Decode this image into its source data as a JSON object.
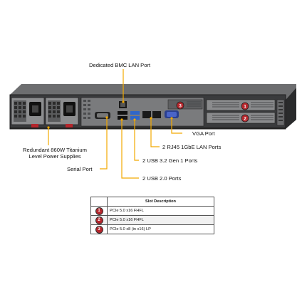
{
  "labels": {
    "bmc": "Dedicated BMC LAN Port",
    "psu_line1": "Redundant  860W Titanium",
    "psu_line2": "Level Power Supplies",
    "serial": "Serial Port",
    "vga": "VGA Port",
    "lan": "2 RJ45 1GbE LAN Ports",
    "usb3": "2 USB 3.2 Gen 1 Ports",
    "usb2": "2 USB 2.0 Ports"
  },
  "slot_badges": [
    "1",
    "2",
    "3"
  ],
  "table": {
    "header": "Slot Description",
    "rows": [
      {
        "num": "1",
        "desc": "PCIe 5.0 x16 FHFL"
      },
      {
        "num": "2",
        "desc": "PCIe 5.0 x16 FHFL"
      },
      {
        "num": "3",
        "desc": "PCIe 5.0 x8 (in x16) LP"
      }
    ]
  },
  "colors": {
    "leader": "#f2a900",
    "badge": "#b5262c",
    "chassis": "#3a3b3d",
    "usb3_blue": "#2f66c9"
  }
}
